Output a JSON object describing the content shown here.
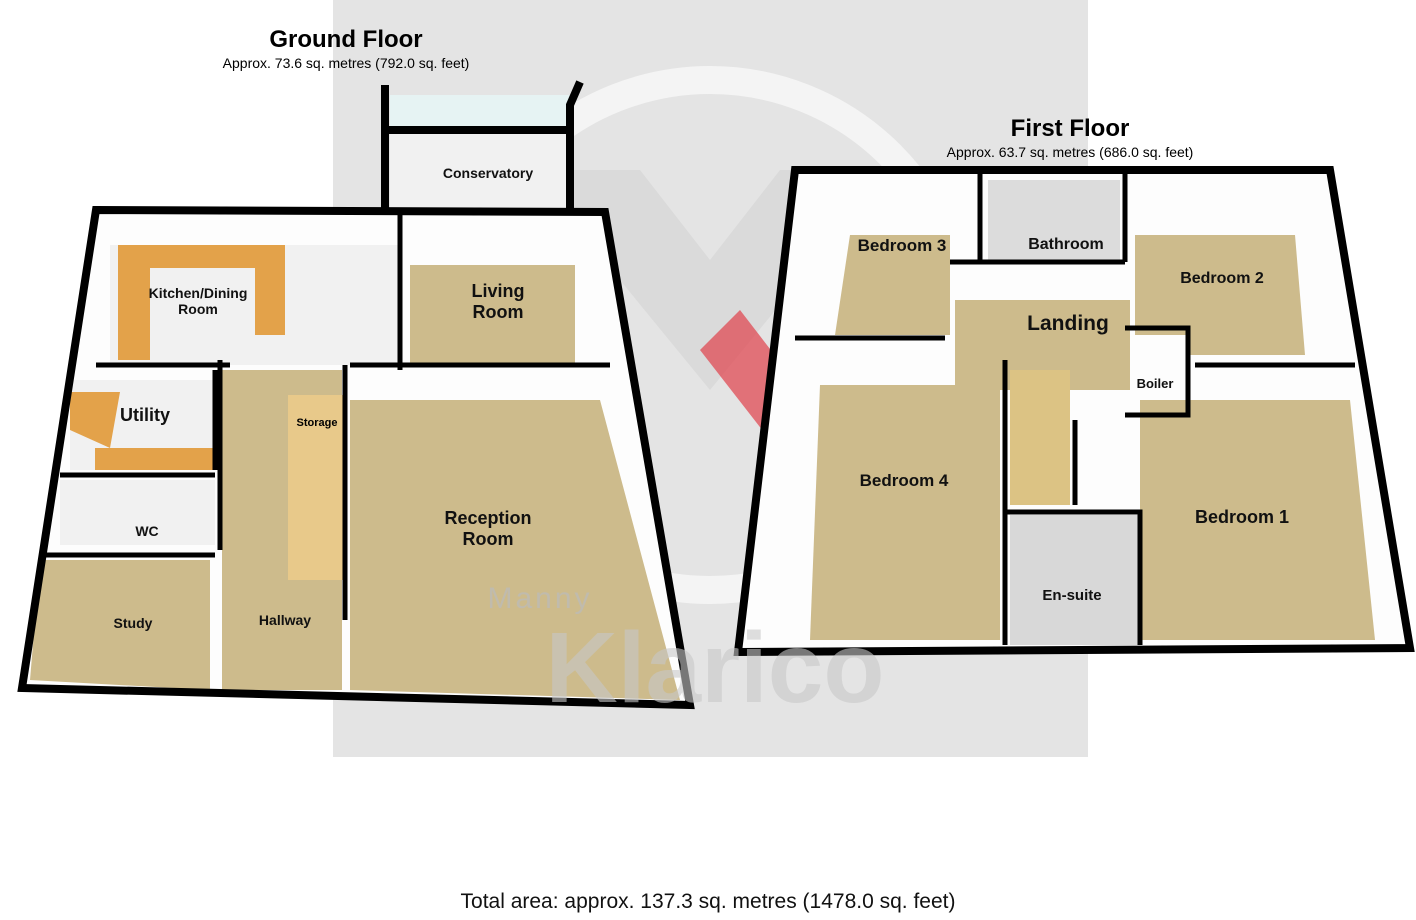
{
  "ground_floor": {
    "title": "Ground Floor",
    "area": "Approx. 73.6 sq. metres (792.0 sq. feet)",
    "rooms": {
      "conservatory": "Conservatory",
      "kitchen_line1": "Kitchen/Dining",
      "kitchen_line2": "Room",
      "living_line1": "Living",
      "living_line2": "Room",
      "utility": "Utility",
      "storage": "Storage",
      "wc": "WC",
      "study": "Study",
      "hallway": "Hallway",
      "reception_line1": "Reception",
      "reception_line2": "Room"
    }
  },
  "first_floor": {
    "title": "First Floor",
    "area": "Approx. 63.7 sq. metres (686.0 sq. feet)",
    "rooms": {
      "bedroom3": "Bedroom 3",
      "bathroom": "Bathroom",
      "bedroom2": "Bedroom 2",
      "landing": "Landing",
      "boiler": "Boiler",
      "bedroom4": "Bedroom 4",
      "bedroom1": "Bedroom 1",
      "ensuite": "En-suite"
    }
  },
  "watermark": {
    "line1": "Manny",
    "line2": "Klarico"
  },
  "total_area": "Total area: approx. 137.3 sq. metres (1478.0 sq. feet)",
  "colors": {
    "carpet": "#cdbb8c",
    "tile": "#f1f1f1",
    "counter": "#e3a24a",
    "watermark_red": "#e0404a",
    "watermark_grey": "#e4e4e4"
  }
}
